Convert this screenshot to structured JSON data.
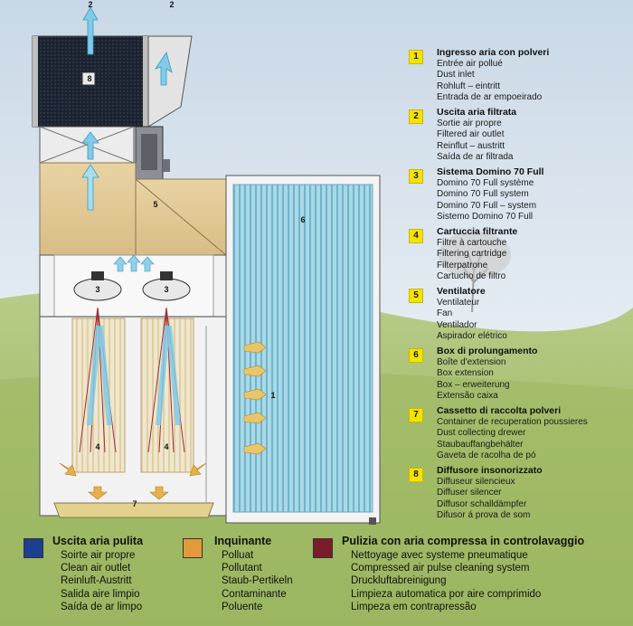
{
  "colors": {
    "clean_air": "#1d3f8f",
    "pollutant": "#e39a3a",
    "compressed_air": "#7a1c2a",
    "badge": "#f4e300"
  },
  "diagram": {
    "labels": [
      "2",
      "2",
      "8",
      "5",
      "6",
      "3",
      "3",
      "1",
      "4",
      "4",
      "7"
    ]
  },
  "legend_items": [
    {
      "number": "1",
      "title": "Ingresso aria con polveri",
      "lines": [
        "Entrée air pollué",
        "Dust inlet",
        "Rohluft – eintritt",
        "Entrada de ar empoeirado"
      ]
    },
    {
      "number": "2",
      "title": "Uscita aria filtrata",
      "lines": [
        "Sortie air propre",
        "Filtered air outlet",
        "Reinflut – austritt",
        "Saída de ar filtrada"
      ]
    },
    {
      "number": "3",
      "title": "Sistema Domino 70 Full",
      "lines": [
        "Domino 70 Full système",
        "Domino 70 Full system",
        "Domino 70 Full – system",
        "Sistemo Domino 70 Full"
      ]
    },
    {
      "number": "4",
      "title": "Cartuccia filtrante",
      "lines": [
        "Filtre à cartouche",
        "Filtering cartridge",
        "Filterpatrone",
        "Cartucho de filtro"
      ]
    },
    {
      "number": "5",
      "title": "Ventilatore",
      "lines": [
        "Ventilateur",
        "Fan",
        "Ventilador",
        "Aspirador elétrico"
      ]
    },
    {
      "number": "6",
      "title": "Box di prolungamento",
      "lines": [
        "Boîte d'extension",
        "Box extension",
        "Box – erweiterung",
        "Extensão caixa"
      ]
    },
    {
      "number": "7",
      "title": "Cassetto di raccolta polveri",
      "lines": [
        "Container de recuperation poussieres",
        "Dust collecting drewer",
        "Staubauffangbehälter",
        "Gaveta de racolha de pó"
      ]
    },
    {
      "number": "8",
      "title": "Diffusore insonorizzato",
      "lines": [
        "Diffuseur silencieux",
        "Diffuser silencer",
        "Diffusor schalldämpfer",
        "Difusor á prova de som"
      ]
    }
  ],
  "bottom_legend": [
    {
      "title": "Uscita aria pulita",
      "lines": [
        "Soirte air propre",
        "Clean air outlet",
        "Reinluft-Austritt",
        "Salida aire limpio",
        "Saída de ar limpo"
      ]
    },
    {
      "title": "Inquinante",
      "lines": [
        "Polluat",
        "Pollutant",
        "Staub-Pertikeln",
        "Contaminante",
        "Poluente"
      ]
    },
    {
      "title": "Pulizia con aria compressa in controlavaggio",
      "lines": [
        "Nettoyage avec systeme pneumatique",
        "Compressed air pulse cleaning system",
        "Druckluftabreinigung",
        "Limpieza automatica por aire comprimido",
        "Limpeza em contrapressão"
      ]
    }
  ]
}
